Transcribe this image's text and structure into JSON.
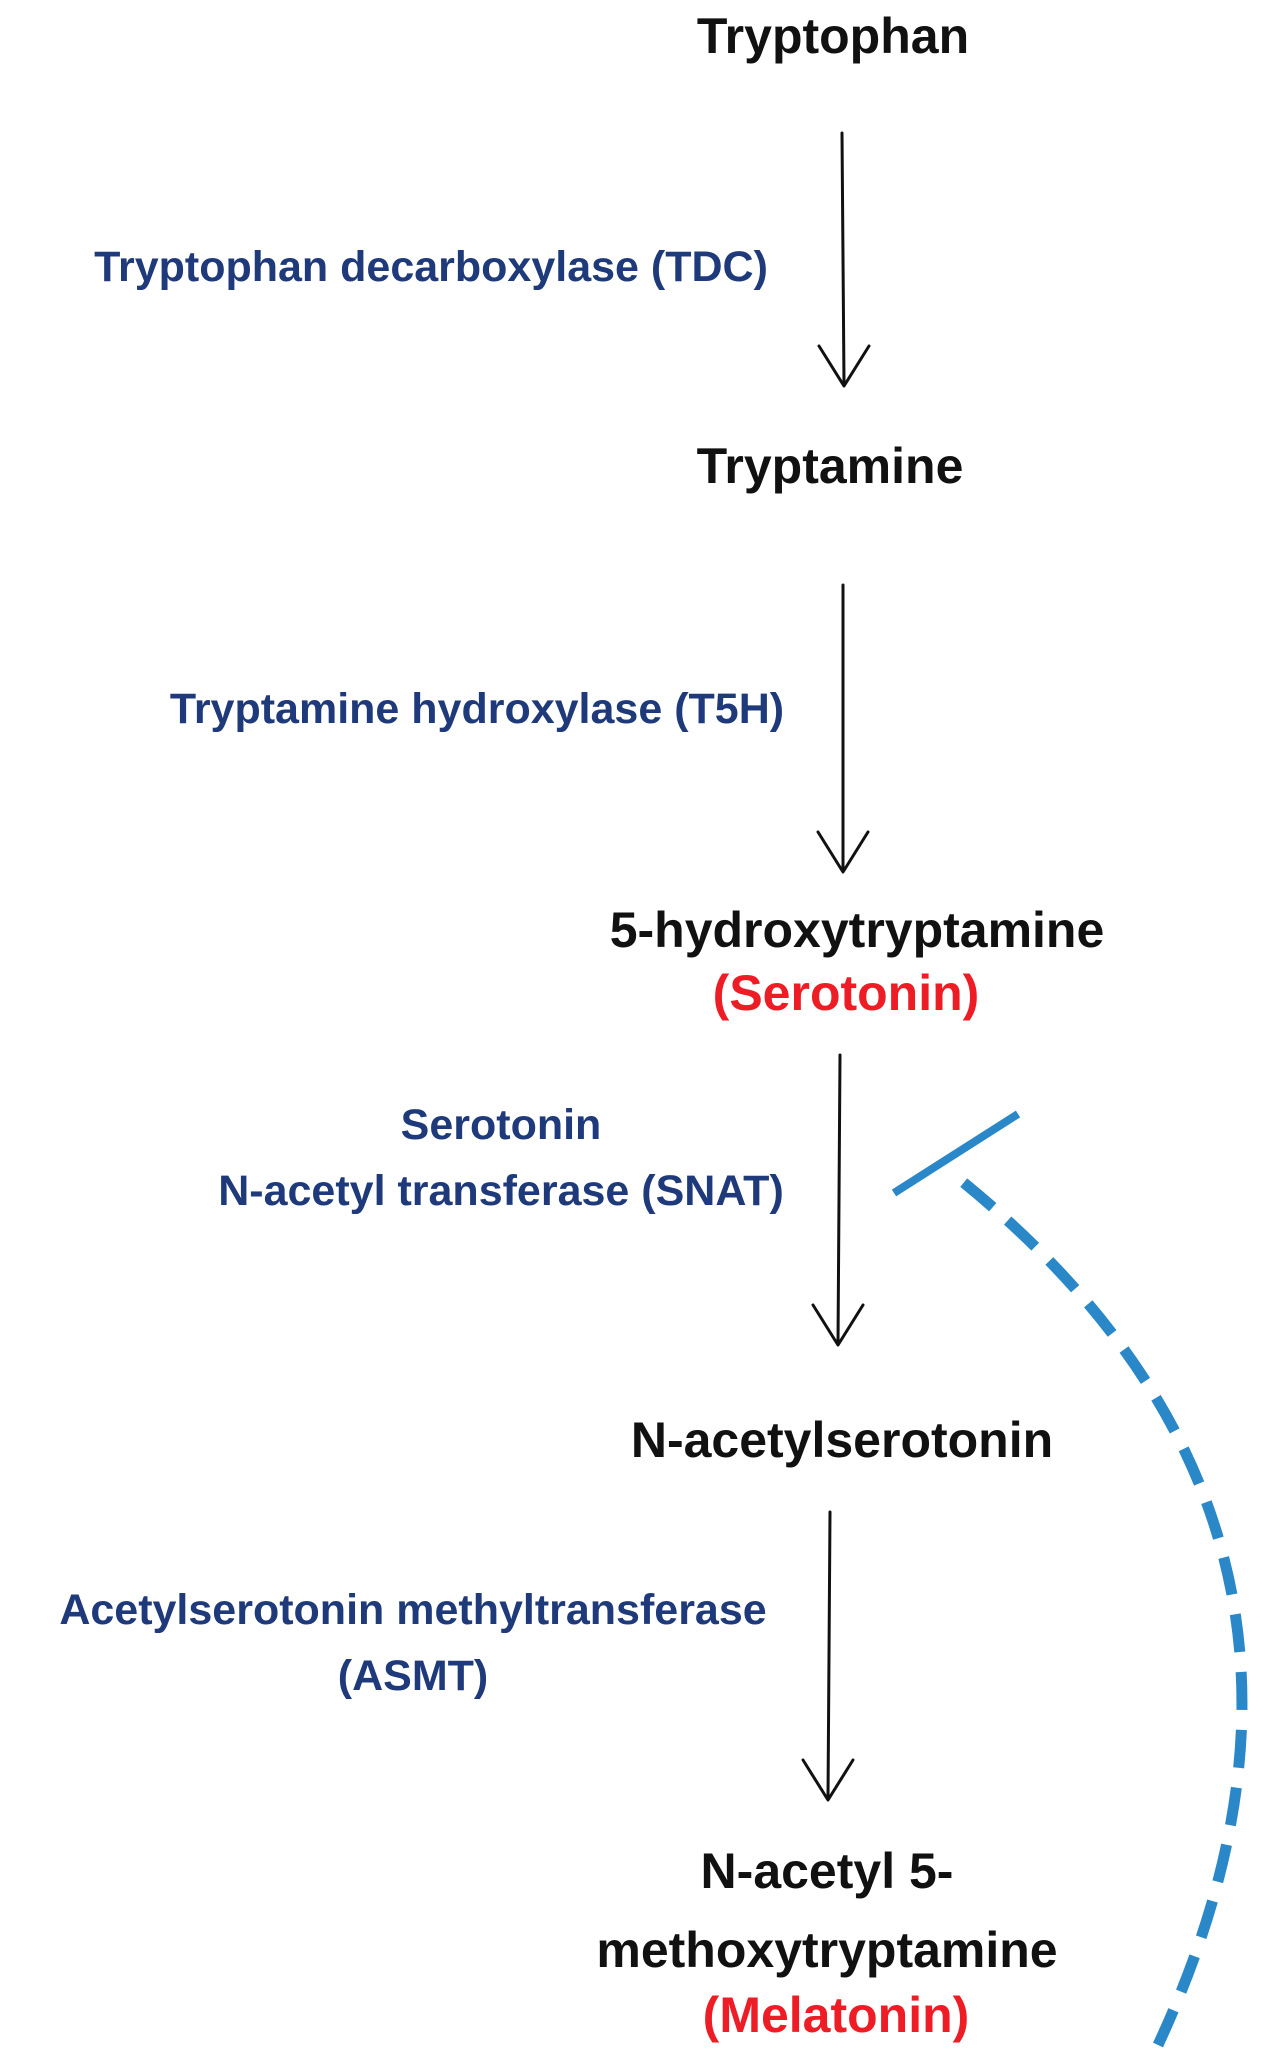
{
  "colors": {
    "compound_text": "#111111",
    "common_name_text": "#ee1c25",
    "enzyme_text": "#1f3a7a",
    "reaction_arrow": "#111111",
    "feedback_inhibition": "#2b88c8"
  },
  "compounds": {
    "tryptophan": {
      "name": "Tryptophan"
    },
    "tryptamine": {
      "name": "Tryptamine"
    },
    "serotonin": {
      "name": "5-hydroxytryptamine",
      "common_name": "(Serotonin)"
    },
    "n_acetylserotonin": {
      "name": "N-acetylserotonin"
    },
    "melatonin": {
      "name_line1": "N-acetyl 5-",
      "name_line2": "methoxytryptamine",
      "common_name": "(Melatonin)"
    }
  },
  "enzymes": {
    "tdc": {
      "label": "Tryptophan decarboxylase (TDC)"
    },
    "t5h": {
      "label": "Tryptamine hydroxylase (T5H)"
    },
    "snat": {
      "line1": "Serotonin",
      "line2": "N-acetyl transferase (SNAT)"
    },
    "asmt": {
      "line1": "Acetylserotonin methyltransferase",
      "line2": "(ASMT)"
    }
  },
  "icons": {
    "reaction_arrow": "down-arrow-icon",
    "feedback": "inhibition-tbar-icon"
  }
}
